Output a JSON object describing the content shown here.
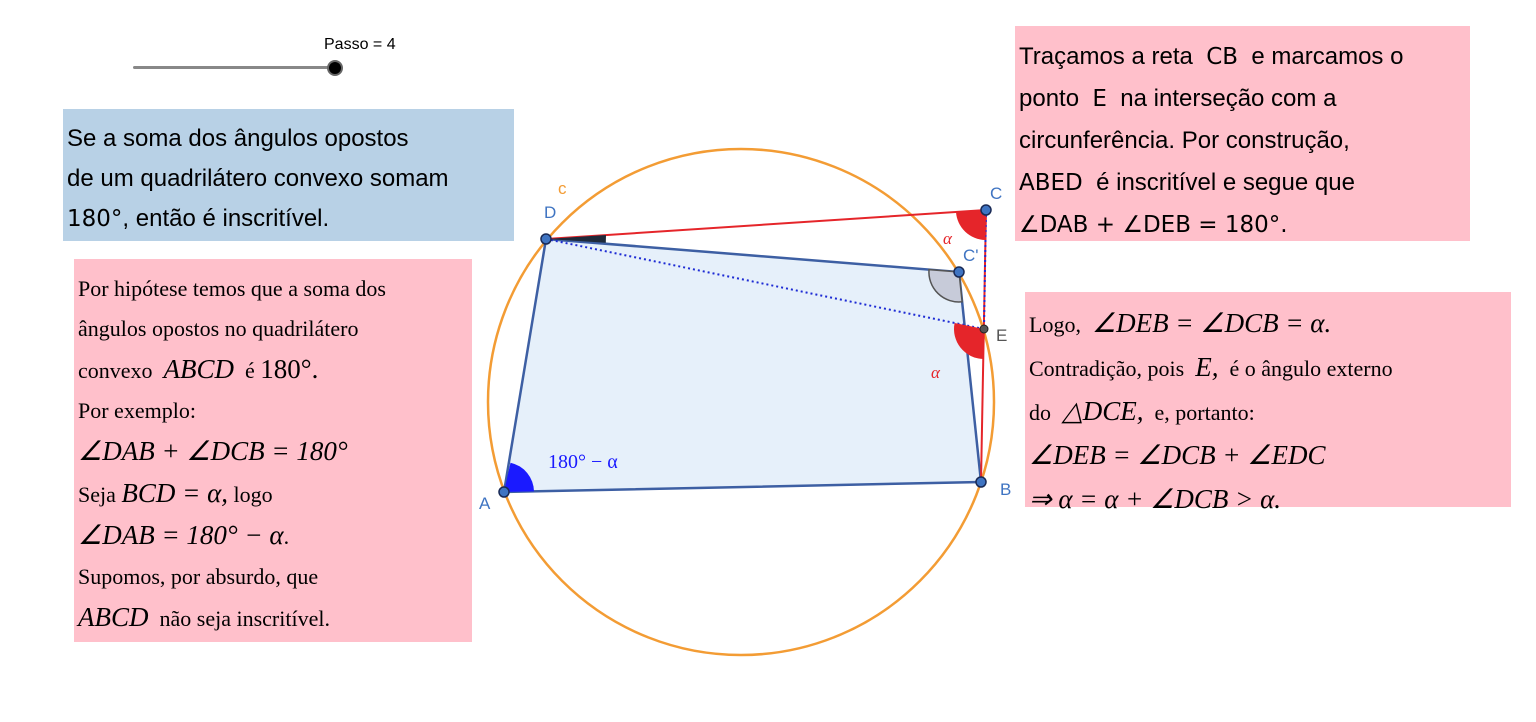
{
  "slider": {
    "label": "Passo = 4",
    "value": 4,
    "max": 4
  },
  "blue_box": {
    "line1": "Se a soma dos ângulos opostos",
    "line2": "de um quadrilátero convexo somam",
    "line3_math": "180°",
    "line3_text": ", então é inscritível."
  },
  "left_box": {
    "l1": "Por hipótese temos que a soma dos",
    "l2": "ângulos opostos no quadrilátero",
    "l3_a": "convexo",
    "l3_math": "ABCD",
    "l3_b": "é",
    "l3_math2": "180°.",
    "l4": "Por exemplo:",
    "l5_math": "∠DAB + ∠DCB = 180°",
    "l6_a": "Seja",
    "l6_math": "BCD = α,",
    "l6_b": "logo",
    "l7_math": "∠DAB = 180° − α",
    "l7_b": ".",
    "l8": "Supomos, por absurdo, que",
    "l9_math": "ABCD",
    "l9_b": "não seja inscritível."
  },
  "top_box": {
    "l1_a": "Traçamos a reta",
    "l1_math": "CB",
    "l1_b": "e marcamos o",
    "l2_a": "ponto",
    "l2_math": "E",
    "l2_b": "na interseção com a",
    "l3": "circunferência. Por construção,",
    "l4_math": "ABED",
    "l4_b": "é inscritível e segue que",
    "l5_math": "∠DAB + ∠DEB = 180°."
  },
  "right_box": {
    "l1_a": "Logo,",
    "l1_math": "∠DEB = ∠DCB = α.",
    "l2_a": "Contradição, pois",
    "l2_math": "E,",
    "l2_b": "é o ângulo externo",
    "l3_a": "do",
    "l3_math": "△DCE,",
    "l3_b": "e, portanto:",
    "l4_math": "∠DEB = ∠DCB + ∠EDC",
    "l5_math": "⇒ α = α + ∠DCB > α."
  },
  "figure": {
    "circle_label": "c",
    "points": {
      "A": "A",
      "B": "B",
      "C": "C",
      "C_prime": "C'",
      "D": "D",
      "E": "E"
    },
    "angle_A_label": "180° − α",
    "angle_C_label": "α",
    "angle_E_label": "α",
    "colors": {
      "circle": "#f39c34",
      "quad_fill": "#e3eef9",
      "quad_stroke": "#3d5fa3",
      "red": "#e5252a",
      "point": "#3f74c2",
      "dotted": "#1d2bd4",
      "angle_blue": "#1a1aff"
    }
  }
}
